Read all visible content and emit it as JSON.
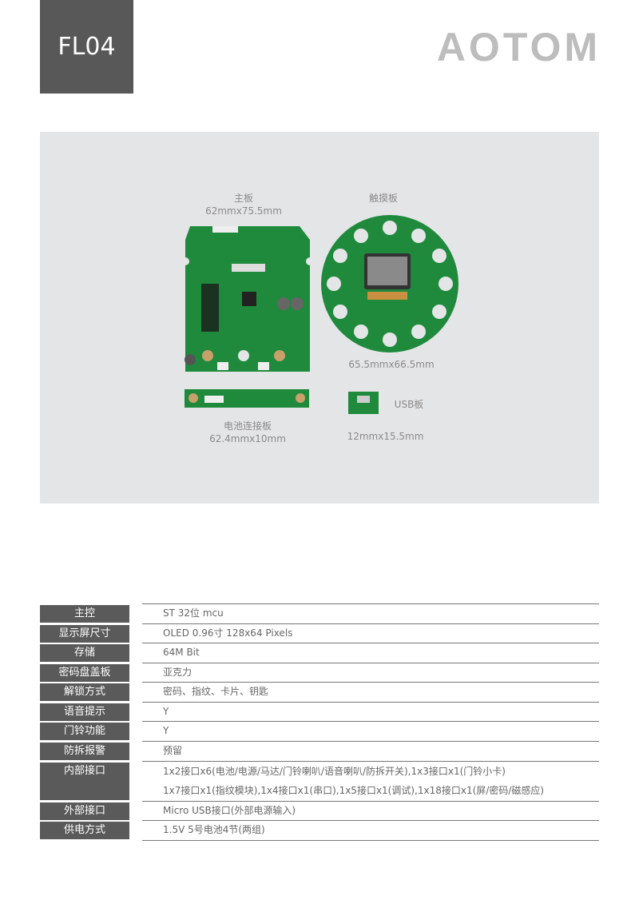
{
  "header": {
    "model": "FL04",
    "brand": "AOTOM"
  },
  "photo": {
    "main_board": {
      "name": "主板",
      "size": "62mmx75.5mm"
    },
    "touch_board": {
      "name": "触摸板",
      "size": "65.5mmx66.5mm"
    },
    "battery_board": {
      "name": "电池连接板",
      "size": "62.4mmx10mm"
    },
    "usb_board": {
      "name": "USB板",
      "size": "12mmx15.5mm"
    },
    "colors": {
      "pcb": "#1f8a3c",
      "background": "#e4e5e7"
    }
  },
  "specs": [
    {
      "label": "主控",
      "value": [
        "ST 32位 mcu"
      ]
    },
    {
      "label": "显示屏尺寸",
      "value": [
        "OLED 0.96寸 128x64 Pixels"
      ]
    },
    {
      "label": "存储",
      "value": [
        "64M Bit"
      ]
    },
    {
      "label": "密码盘盖板",
      "value": [
        "亚克力"
      ]
    },
    {
      "label": "解锁方式",
      "value": [
        "密码、指纹、卡片、钥匙"
      ]
    },
    {
      "label": "语音提示",
      "value": [
        "Y"
      ]
    },
    {
      "label": "门铃功能",
      "value": [
        "Y"
      ]
    },
    {
      "label": "防拆报警",
      "value": [
        "预留"
      ]
    },
    {
      "label": "内部接口",
      "value": [
        "1x2接口x6(电池/电源/马达/门铃喇叭/语音喇叭/防拆开关),1x3接口x1(门铃小卡)",
        "1x7接口x1(指纹模块),1x4接口x1(串口),1x5接口x1(调试),1x18接口x1(屏/密码/磁感应)"
      ]
    },
    {
      "label": "外部接口",
      "value": [
        "Micro USB接口(外部电源输入)"
      ]
    },
    {
      "label": "供电方式",
      "value": [
        "1.5V 5号电池4节(两组)"
      ]
    }
  ]
}
